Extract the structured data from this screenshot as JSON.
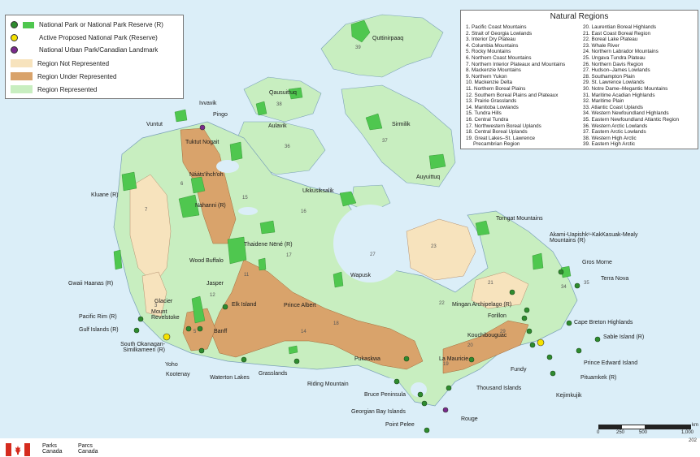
{
  "legend": {
    "items": [
      {
        "label": "National Park or National Park Reserve (R)",
        "kind": "park",
        "color": "#4fc74f"
      },
      {
        "label": "Active Proposed National Park (Reserve)",
        "kind": "proposed",
        "color": "#f5e200"
      },
      {
        "label": "National Urban Park/Canadian Landmark",
        "kind": "urban",
        "color": "#7a2a8c"
      },
      {
        "label": "Region Not Represented",
        "kind": "not",
        "color": "#f7e3bd"
      },
      {
        "label": "Region Under Represented",
        "kind": "under",
        "color": "#d9a36b"
      },
      {
        "label": "Region Represented",
        "kind": "represented",
        "color": "#c8eec0"
      }
    ]
  },
  "natural_regions": {
    "title": "Natural Regions",
    "col1": [
      "1. Pacific Coast Mountains",
      "2. Strait of Georgia Lowlands",
      "3. Interior Dry Plateau",
      "4. Columbia Mountains",
      "5. Rocky Mountains",
      "6. Northern Coast Mountains",
      "7. Northern Interior Plateaux and Mountains",
      "8. Mackenzie Mountains",
      "9. Northern Yukon",
      "10. Mackenzie Delta",
      "11. Northern Boreal Plains",
      "12. Southern Boreal Plains and Plateaux",
      "13. Prairie Grasslands",
      "14. Manitoba Lowlands",
      "15. Tundra Hills",
      "16. Central Tundra",
      "17. Northwestern Boreal Uplands",
      "18. Central Boreal Uplands",
      "19. Great Lakes–St. Lawrence",
      "Precambrian Region"
    ],
    "col2": [
      "20. Laurentian Boreal Highlands",
      "21. East Coast Boreal Region",
      "22. Boreal Lake Plateau",
      "23. Whale River",
      "24. Northern Labrador Mountains",
      "25. Ungava Tundra Plateau",
      "26. Northern Davis Region",
      "27. Hudson–James Lowlands",
      "28. Southampton Plain",
      "29. St. Lawrence Lowlands",
      "30. Notre Dame–Megantic Mountains",
      "31. Maritime Acadian Highlands",
      "32. Maritime Plain",
      "33. Atlantic Coast Uplands",
      "34. Western Newfoundland Highlands",
      "35. Eastern Newfoundland Atlantic Region",
      "36. Western Arctic Lowlands",
      "37. Eastern Arctic Lowlands",
      "38. Western High Arctic",
      "39. Eastern High Arctic"
    ]
  },
  "parks": [
    "Quttinirpaaq",
    "Qausuittuq",
    "Sirmilik",
    "Aulavik",
    "Ivvavik",
    "Pingo",
    "Vuntut",
    "Tuktut Nogait",
    "Auyuittuq",
    "Ukkusiksalik",
    "Nááts'ihch'oh",
    "Nahanni (R)",
    "Kluane (R)",
    "Torngat Mountains",
    "Thaidene Nëné (R)",
    "Akami-Uapishkᵘ-KakKasuak-Mealy Mountains (R)",
    "Wood Buffalo",
    "Wapusk",
    "Gros Morne",
    "Terra Nova",
    "Gwaii Haanas (R)",
    "Jasper",
    "Elk Island",
    "Prince Albert",
    "Glacier",
    "Mount Revelstoke",
    "Mingan Archipelago (R)",
    "Forillon",
    "Cape Breton Highlands",
    "Pacific Rim (R)",
    "Gulf Islands (R)",
    "Banff",
    "Kouchibouguac",
    "Sable Island (R)",
    "South Okanagan-Similkameen (R)",
    "Yoho",
    "La Mauricie",
    "Prince Edward Island",
    "Kootenay",
    "Waterton Lakes",
    "Grasslands",
    "Riding Mountain",
    "Pukaskwa",
    "Fundy",
    "Pituamkek (R)",
    "Thousand Islands",
    "Kejimkujik",
    "Bruce Peninsula",
    "Georgian Bay Islands",
    "Rouge",
    "Point Pelee"
  ],
  "scale": {
    "unit": "km",
    "ticks": [
      "0",
      "250",
      "500",
      "1,000"
    ]
  },
  "footer": {
    "en_1": "Parks",
    "en_2": "Canada",
    "fr_1": "Parcs",
    "fr_2": "Canada",
    "year": "202"
  }
}
